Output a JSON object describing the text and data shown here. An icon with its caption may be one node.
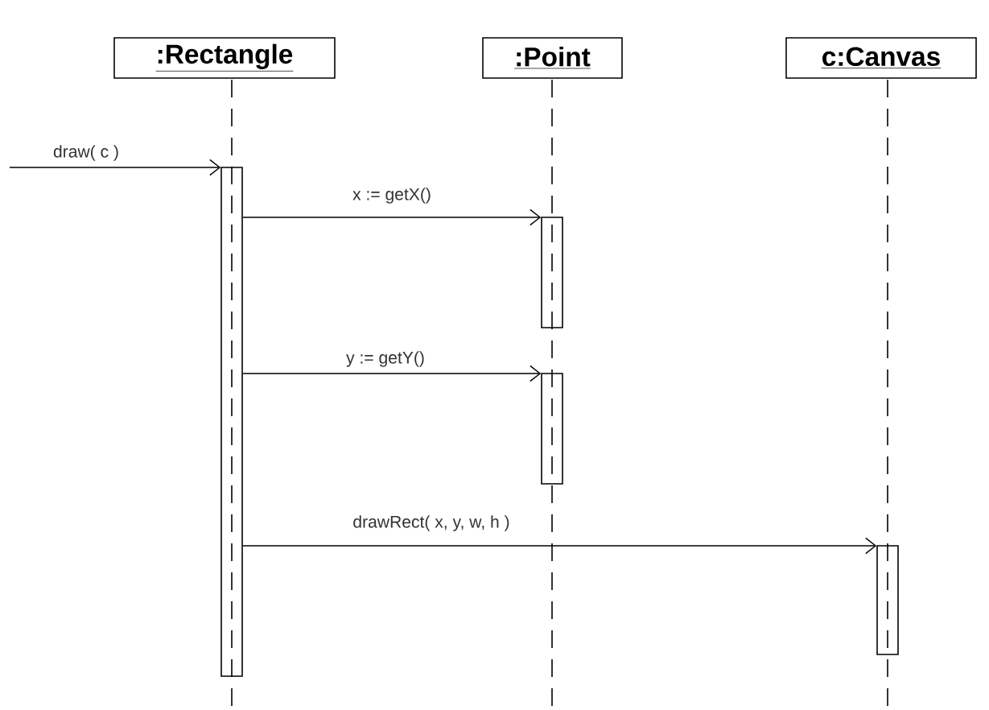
{
  "diagram": {
    "nodes": [
      {
        "text": [
          ":Rectangle"
        ]
      },
      {
        "text": [
          ":Point"
        ]
      },
      {
        "text": [
          "c:Canvas"
        ]
      },
      {
        "text": [],
        "shape": "bar"
      },
      {
        "text": [],
        "shape": "bar"
      },
      {
        "text": [],
        "shape": "bar"
      },
      {
        "text": [],
        "shape": "bar"
      }
    ],
    "edges": [
      {
        "from": null,
        "to": 3,
        "arrow": "to",
        "label": "draw( c )"
      },
      {
        "from": 3,
        "to": 4,
        "arrow": "to",
        "label": "x := getX()"
      },
      {
        "from": 3,
        "to": 5,
        "arrow": "to",
        "label": "y := getY()"
      },
      {
        "from": 3,
        "to": 6,
        "arrow": "to",
        "label": "drawRect( x, y, w, h )"
      }
    ]
  }
}
